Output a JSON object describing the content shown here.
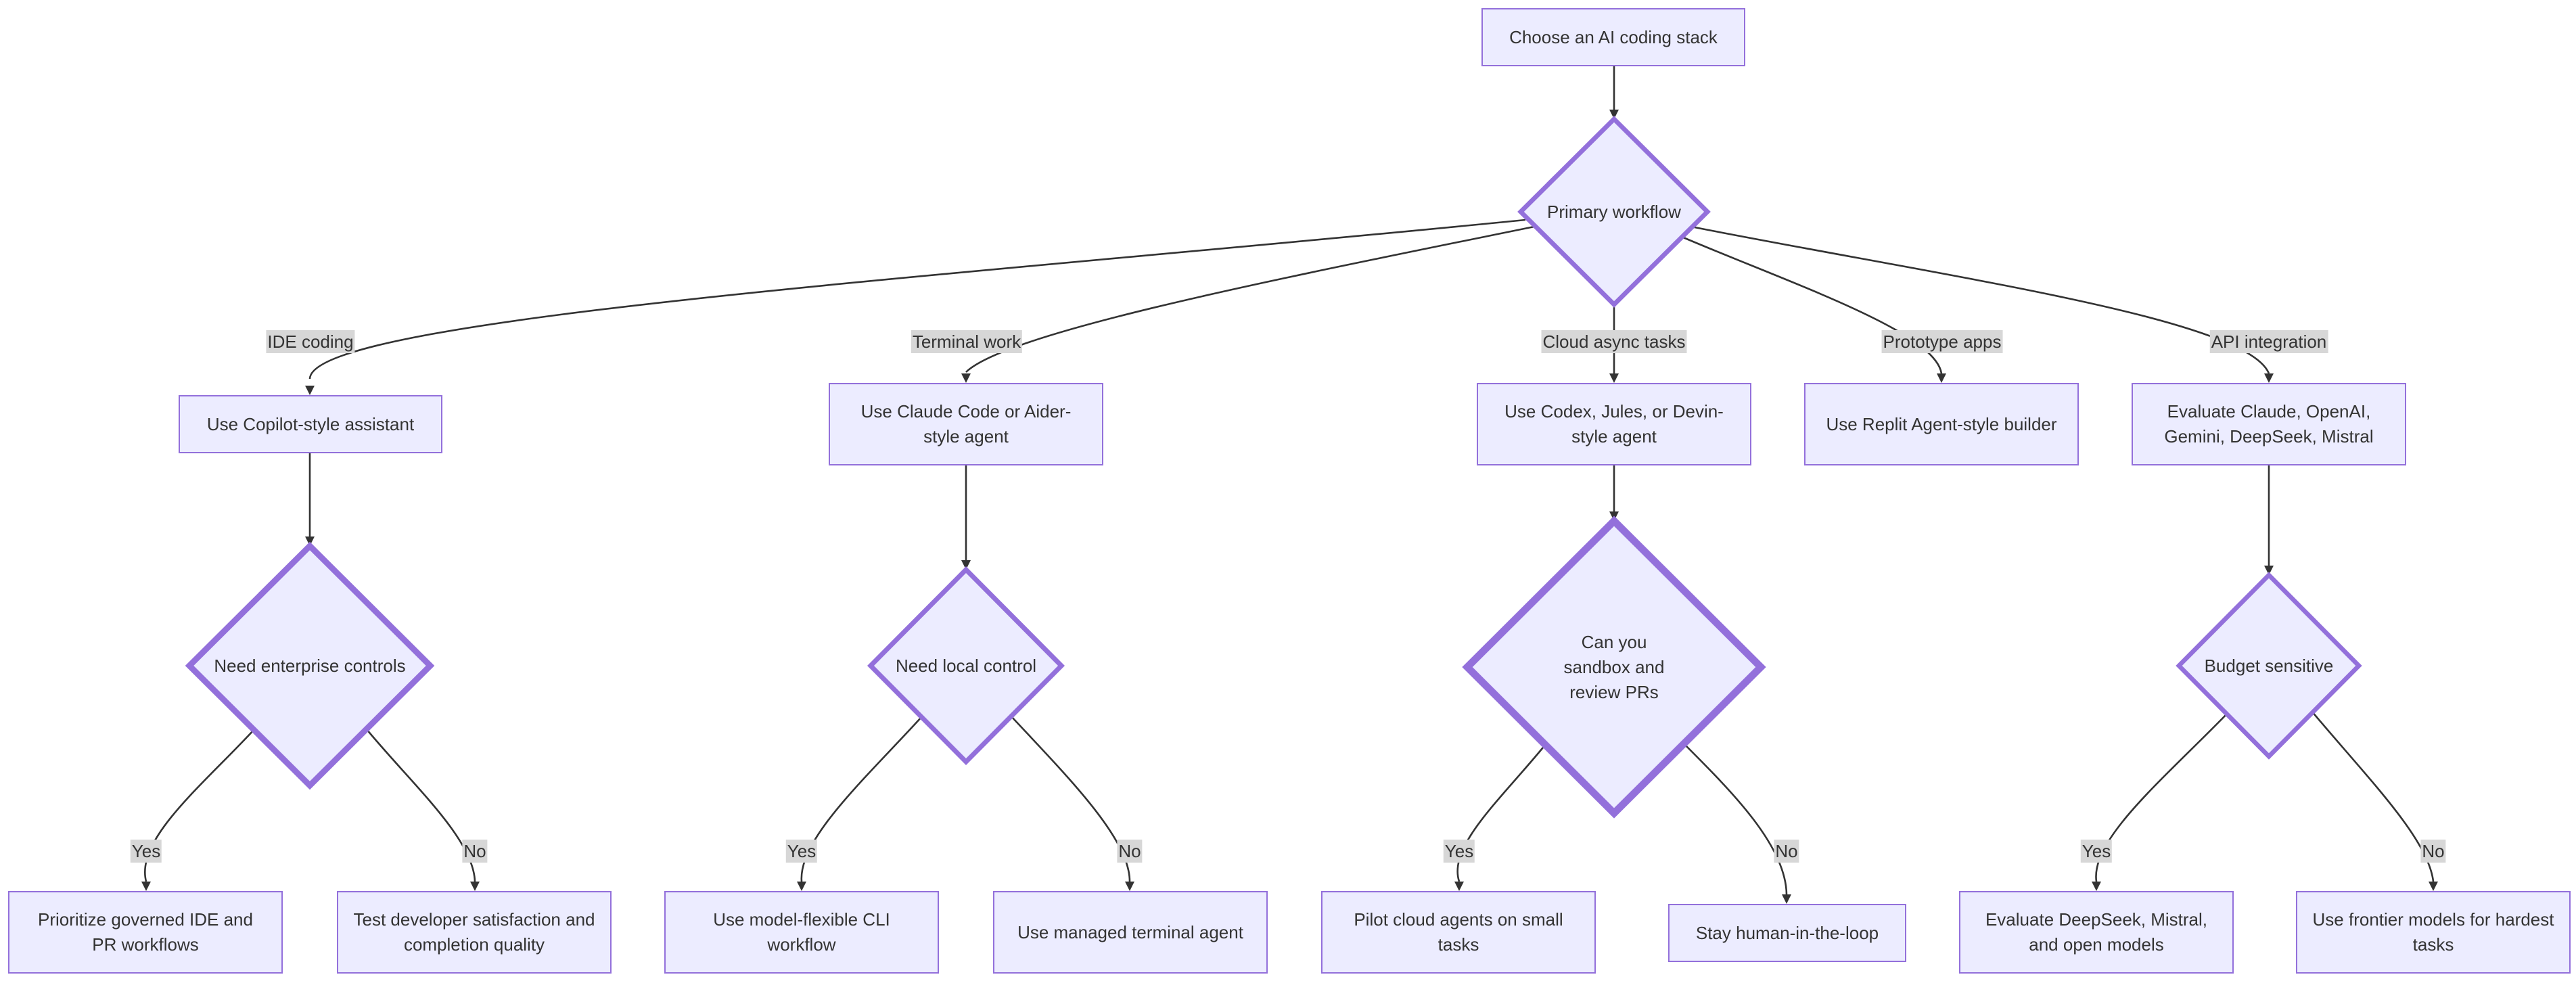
{
  "diagram": {
    "colors": {
      "node_fill": "#ECECFF",
      "node_border": "#9370DB",
      "edge": "#333333",
      "edge_label_bg": "#D7D7D7",
      "text": "#333333"
    },
    "nodes": {
      "start": "Choose an AI coding stack",
      "primary": "Primary workflow",
      "copilot": "Use Copilot-style assistant",
      "claude_code": "Use Claude Code or Aider-style agent",
      "codex": "Use Codex, Jules, or Devin-style agent",
      "replit": "Use Replit Agent-style builder",
      "evaluate_apis": "Evaluate Claude, OpenAI, Gemini, DeepSeek, Mistral",
      "enterprise": "Need enterprise controls",
      "local_control": "Need local control",
      "sandbox": "Can you sandbox and review PRs",
      "budget": "Budget sensitive",
      "governed": "Prioritize governed IDE and PR workflows",
      "dev_satisfaction": "Test developer satisfaction and completion quality",
      "cli": "Use model-flexible CLI workflow",
      "managed_terminal": "Use managed terminal agent",
      "pilot_cloud": "Pilot cloud agents on small tasks",
      "human_loop": "Stay human-in-the-loop",
      "open_models": "Evaluate DeepSeek, Mistral, and open models",
      "frontier": "Use frontier models for hardest tasks"
    },
    "edge_labels": {
      "ide": "IDE coding",
      "terminal": "Terminal work",
      "cloud": "Cloud async tasks",
      "prototype": "Prototype apps",
      "api": "API integration",
      "enterprise_yes": "Yes",
      "enterprise_no": "No",
      "local_yes": "Yes",
      "local_no": "No",
      "sandbox_yes": "Yes",
      "sandbox_no": "No",
      "budget_yes": "Yes",
      "budget_no": "No"
    }
  }
}
